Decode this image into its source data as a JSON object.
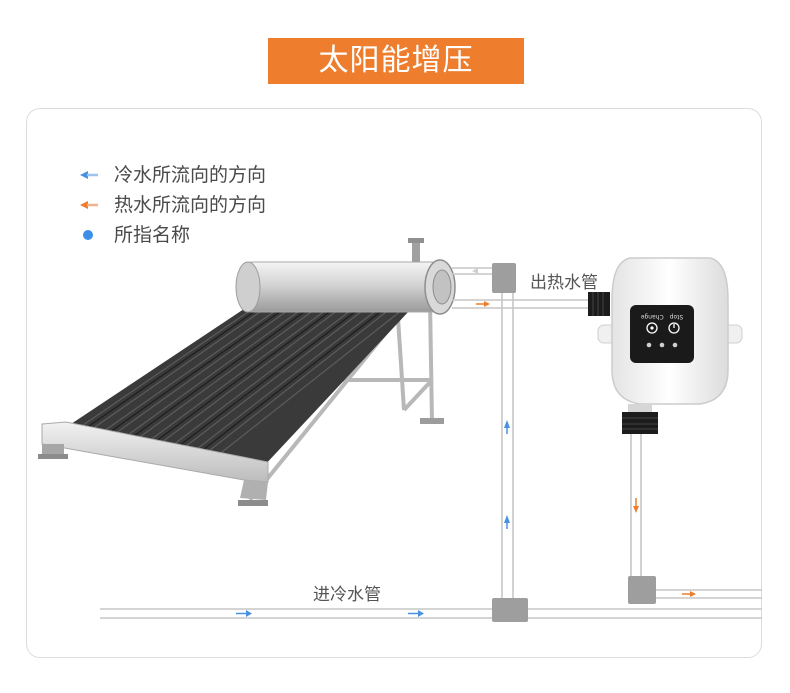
{
  "title": "太阳能增压",
  "legend": {
    "cold_flow": "冷水所流向的方向",
    "hot_flow": "热水所流向的方向",
    "name_point": "所指名称"
  },
  "labels": {
    "hot_water_out_pipe": "出热水管",
    "cold_water_in_pipe": "进冷水管"
  },
  "pump_panel": {
    "stop_label": "Stop",
    "change_label": "Change"
  },
  "colors": {
    "title_bg": "#ee7d2e",
    "cold_arrow": "#4a90e2",
    "hot_arrow": "#ee7d2e",
    "name_dot": "#3b8fe6"
  },
  "icons": [
    "cold-arrow-icon",
    "hot-arrow-icon",
    "dot-icon",
    "power-icon",
    "gear-icon"
  ]
}
